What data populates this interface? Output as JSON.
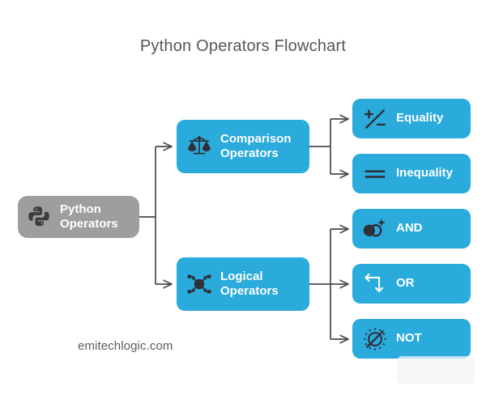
{
  "page": {
    "title": "Python Operators Flowchart",
    "watermark": "emitechlogic.com",
    "background_color": "#ffffff",
    "title_color": "#565656"
  },
  "colors": {
    "accent_blue": "#2aabdc",
    "root_gray": "#9e9e9e",
    "icon_dark": "#2f2f38",
    "connector": "#4a4a4a",
    "label_white": "#ffffff"
  },
  "flowchart": {
    "root": {
      "label": "Python\nOperators",
      "icon": "python-logo-icon",
      "color": "#9e9e9e"
    },
    "branches": [
      {
        "label": "Comparison\nOperators",
        "icon": "balance-scale-icon",
        "color": "#2aabdc",
        "children": [
          {
            "label": "Equality",
            "icon": "plus-minus-icon",
            "color": "#2aabdc"
          },
          {
            "label": "Inequality",
            "icon": "equals-bars-icon",
            "color": "#2aabdc"
          }
        ]
      },
      {
        "label": "Logical\nOperators",
        "icon": "node-network-icon",
        "color": "#2aabdc",
        "children": [
          {
            "label": "AND",
            "icon": "intersection-circles-icon",
            "color": "#2aabdc"
          },
          {
            "label": "OR",
            "icon": "branch-arrow-icon",
            "color": "#2aabdc"
          },
          {
            "label": "NOT",
            "icon": "negation-crossed-icon",
            "color": "#2aabdc"
          }
        ]
      }
    ]
  }
}
